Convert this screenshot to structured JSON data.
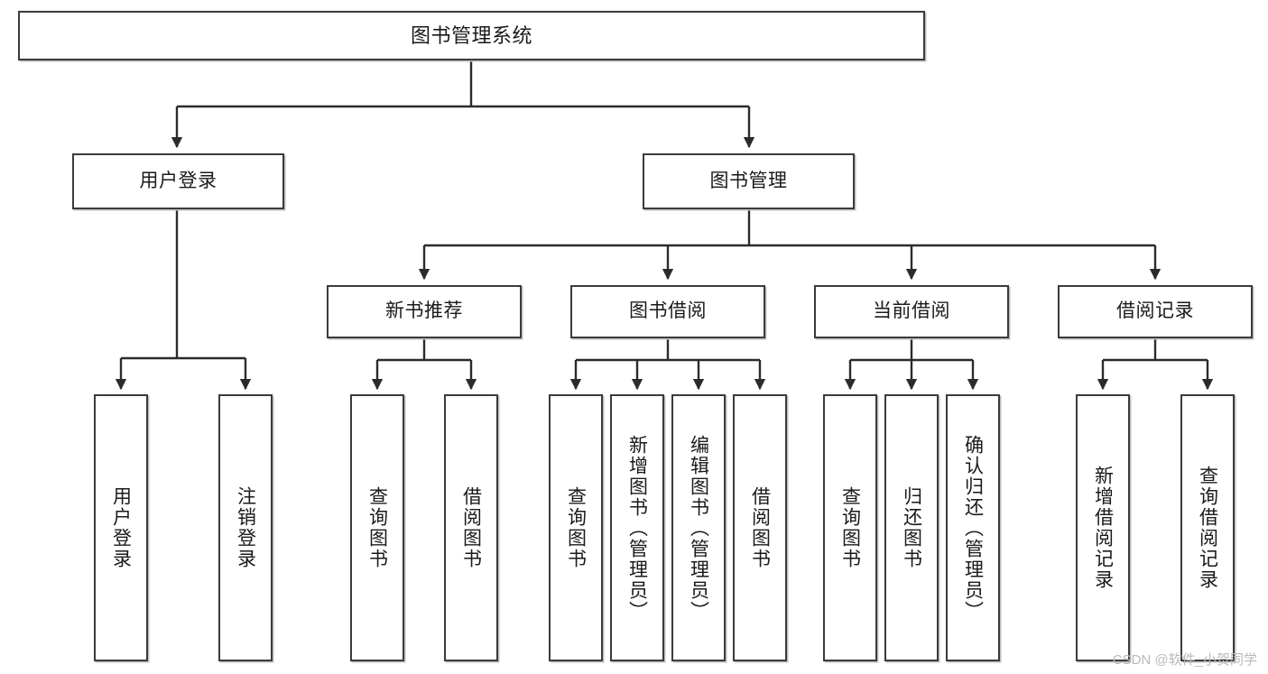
{
  "diagram": {
    "title": "图书管理系统",
    "type": "tree-hierarchy-chart",
    "colors": {
      "box_border": "#3b3b3b",
      "box_fill": "#ffffff",
      "edge": "#2b2b2b",
      "background": "#ffffff",
      "watermark": "#b9b9b9"
    },
    "watermark": "CSDN @软件_小贺同学",
    "nodes": {
      "root": {
        "label": "图书管理系统"
      },
      "level2": [
        {
          "id": "user-login",
          "label": "用户登录"
        },
        {
          "id": "book-manage",
          "label": "图书管理"
        }
      ],
      "level3": [
        {
          "id": "new-book-recommend",
          "label": "新书推荐"
        },
        {
          "id": "book-borrow",
          "label": "图书借阅"
        },
        {
          "id": "current-borrow",
          "label": "当前借阅"
        },
        {
          "id": "borrow-record",
          "label": "借阅记录"
        }
      ],
      "leaves": {
        "user-login": [
          {
            "id": "leaf-user-login",
            "label": "用户登录"
          },
          {
            "id": "leaf-logout-login",
            "label": "注销登录"
          }
        ],
        "new-book-recommend": [
          {
            "id": "leaf-query-book-1",
            "label": "查询图书"
          },
          {
            "id": "leaf-borrow-book-1",
            "label": "借阅图书"
          }
        ],
        "book-borrow": [
          {
            "id": "leaf-query-book-2",
            "label": "查询图书"
          },
          {
            "id": "leaf-add-book",
            "label": "新增图书（管理员）"
          },
          {
            "id": "leaf-edit-book",
            "label": "编辑图书（管理员）"
          },
          {
            "id": "leaf-borrow-book-2",
            "label": "借阅图书"
          }
        ],
        "current-borrow": [
          {
            "id": "leaf-query-book-3",
            "label": "查询图书"
          },
          {
            "id": "leaf-return-book",
            "label": "归还图书"
          },
          {
            "id": "leaf-confirm-return",
            "label": "确认归还（管理员）"
          }
        ],
        "borrow-record": [
          {
            "id": "leaf-add-record",
            "label": "新增借阅记录"
          },
          {
            "id": "leaf-query-record",
            "label": "查询借阅记录"
          }
        ]
      }
    }
  }
}
